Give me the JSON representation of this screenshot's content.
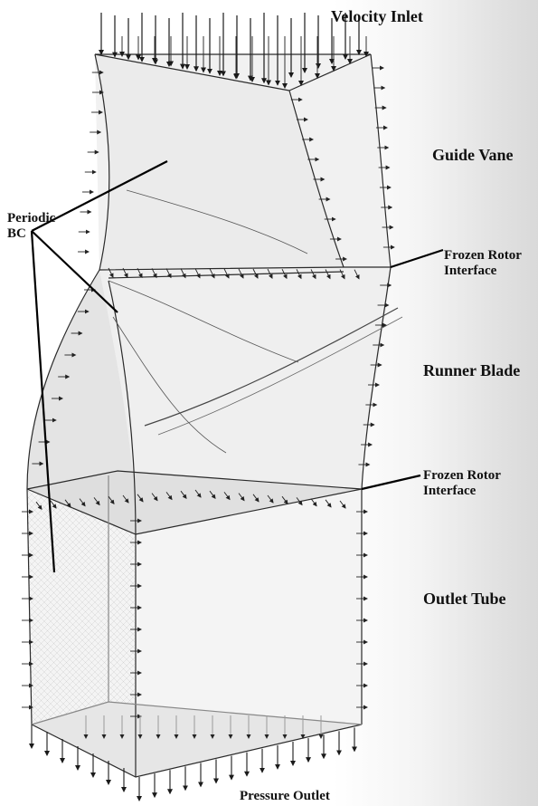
{
  "labels": {
    "velocity_inlet": "Velocity Inlet",
    "guide_vane": "Guide Vane",
    "periodic_bc": [
      "Periodic",
      "BC"
    ],
    "frozen_rotor_1": [
      "Frozen Rotor",
      "Interface"
    ],
    "runner_blade": "Runner Blade",
    "frozen_rotor_2": [
      "Frozen Rotor",
      "Interface"
    ],
    "outlet_tube": "Outlet Tube",
    "pressure_outlet": "Pressure Outlet"
  },
  "colors": {
    "edge": "#2a2a2a",
    "arrow": "#1a1a1a",
    "surface": "#ededed",
    "mesh": "#b9b9b9",
    "background_shade": "#d9d9d9"
  }
}
